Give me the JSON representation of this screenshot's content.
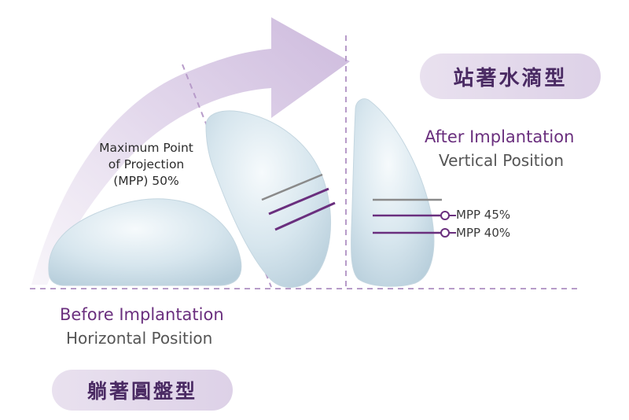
{
  "pill_standing": "站著水滴型",
  "pill_lying": "躺著圓盤型",
  "after": {
    "title": "After Implantation",
    "subtitle": "Vertical Position"
  },
  "before": {
    "title": "Before Implantation",
    "subtitle": "Horizontal Position"
  },
  "mpp_note": {
    "line1": "Maximum Point",
    "line2": "of Projection",
    "line3": "(MPP) 50%"
  },
  "mpp_markers": {
    "m45": "MPP 45%",
    "m40": "MPP 40%"
  },
  "colors": {
    "accent": "#6a2f7e",
    "implant": "#cfe0ea",
    "arrow": "#d9ccE6"
  }
}
